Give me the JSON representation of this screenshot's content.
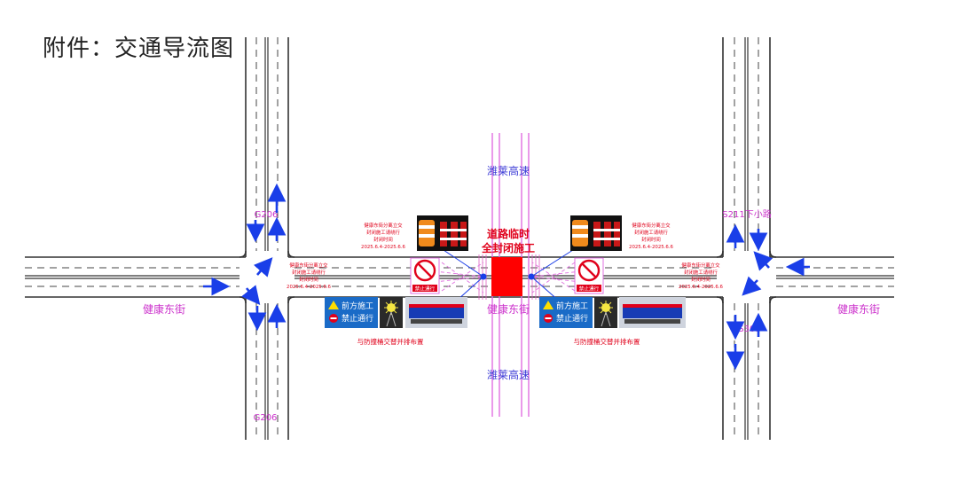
{
  "title": "附件：交通导流图",
  "labels": {
    "highway_top": "潍莱高速",
    "highway_bottom": "潍莱高速",
    "construction_line1": "道路临时",
    "construction_line2": "全封闭施工",
    "street_left": "健康东街",
    "street_center": "健康东街",
    "street_right": "健康东街",
    "road_g206_top": "G206",
    "road_g206_bottom": "G206",
    "road_s211": "S211下小路",
    "road_s309": "S309"
  },
  "notices": {
    "left_upper": [
      "健康东街分离立交",
      "封闭施工请绕行",
      "封闭时间",
      "2025.6.4-2025.6.6"
    ],
    "left_lower": [
      "健康东街分离立交",
      "封闭施工请绕行",
      "封闭时间",
      "2025.6.4-2025.6.6"
    ],
    "right_upper": [
      "健康东街分离立交",
      "封闭施工请绕行",
      "封闭时间",
      "2025.6.4-2025.6.6"
    ],
    "right_lower": [
      "健康东街分离立交",
      "封闭施工请绕行",
      "封闭时间",
      "2025.6.4-2025.6.6"
    ]
  },
  "no_entry_label": "禁止通行",
  "sign_board": {
    "line1": "前方施工",
    "line2": "禁止通行"
  },
  "caption_left": "与防撞桶交替并排布置",
  "caption_right": "与防撞桶交替并排布置",
  "colors": {
    "road_line": "#333333",
    "arrow": "#1a3ee8",
    "construction": "#ff0000",
    "highway_label": "#3b3bd6",
    "street_label": "#cc33cc",
    "notice_text": "#e0001a",
    "sign_blue": "#1a6bc7"
  },
  "icons": [
    "no-entry-icon",
    "traffic-barrel-icon",
    "warning-light-icon",
    "arrow-board-icon",
    "construction-warning-icon",
    "no-entry-circle-icon"
  ]
}
